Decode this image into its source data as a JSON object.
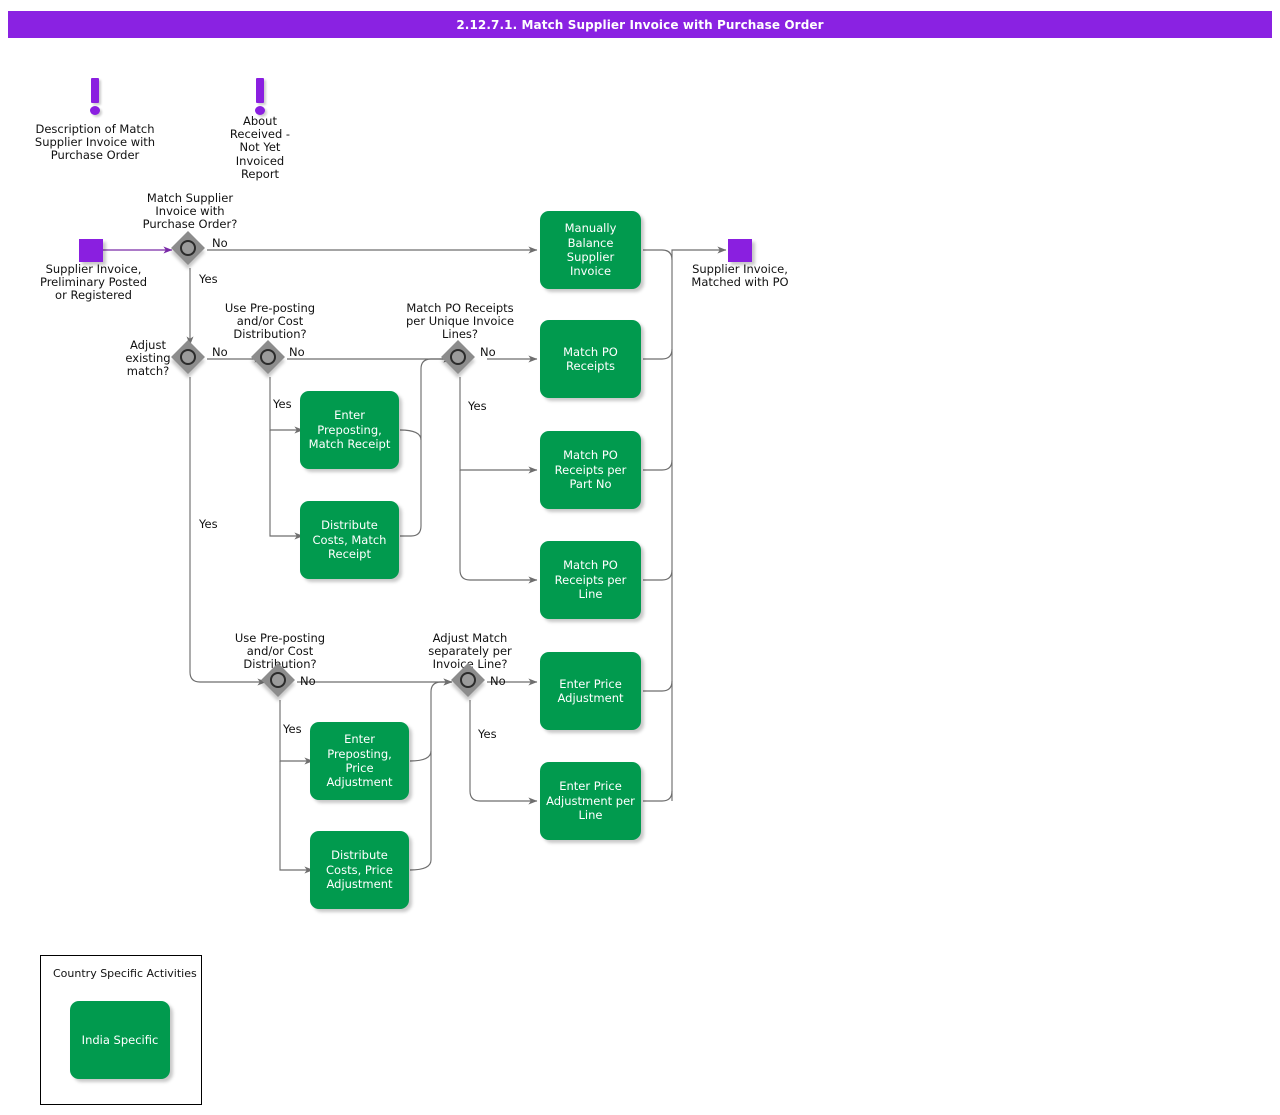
{
  "header": {
    "title": "2.12.7.1. Match Supplier Invoice with Purchase Order",
    "bg_color": "#8A22E2",
    "text_color": "#FFFFFF"
  },
  "colors": {
    "activity_green": "#019A4E",
    "terminator_purple": "#8A1FE0",
    "decision_gray": "#8C8C8C",
    "connector": "#6E6E6E",
    "text": "#111111"
  },
  "info_markers": [
    {
      "name": "description-note",
      "icon": "exclamation-icon",
      "label": "Description of Match\nSupplier Invoice with\nPurchase Order"
    },
    {
      "name": "received-not-invoiced-note",
      "icon": "exclamation-icon",
      "label": "About\nReceived -\nNot Yet\nInvoiced\nReport"
    }
  ],
  "terminators": [
    {
      "name": "start",
      "label": "Supplier Invoice,\nPreliminary Posted\nor Registered"
    },
    {
      "name": "end",
      "label": "Supplier Invoice,\nMatched with PO"
    }
  ],
  "decisions": [
    {
      "id": "d1",
      "name": "match-supplier-invoice-with-po",
      "label": "Match Supplier\nInvoice with\nPurchase Order?",
      "yes": "Yes",
      "no": "No"
    },
    {
      "id": "d2",
      "name": "adjust-existing-match",
      "label": "Adjust\nexisting\nmatch?",
      "yes": "Yes",
      "no": "No"
    },
    {
      "id": "d3",
      "name": "use-prepost-cost-distribution-match",
      "label": "Use Pre-posting\nand/or Cost\nDistribution?",
      "yes": "Yes",
      "no": "No"
    },
    {
      "id": "d4",
      "name": "match-po-receipts-per-unique-invoice-lines",
      "label": "Match PO Receipts\nper Unique Invoice\nLines?",
      "yes": "Yes",
      "no": "No"
    },
    {
      "id": "d5",
      "name": "use-prepost-cost-distribution-price",
      "label": "Use Pre-posting\nand/or Cost\nDistribution?",
      "yes": "Yes",
      "no": "No"
    },
    {
      "id": "d6",
      "name": "adjust-match-separately-per-invoice-line",
      "label": "Adjust Match\nseparately per\nInvoice Line?",
      "yes": "Yes",
      "no": "No"
    }
  ],
  "activities": [
    {
      "id": "a1",
      "name": "manually-balance-supplier-invoice",
      "label": "Manually\nBalance Supplier\nInvoice"
    },
    {
      "id": "a2",
      "name": "enter-preposting-match-receipt",
      "label": "Enter\nPreposting,\nMatch Receipt"
    },
    {
      "id": "a3",
      "name": "distribute-costs-match-receipt",
      "label": "Distribute Costs,\nMatch Receipt"
    },
    {
      "id": "a4",
      "name": "match-po-receipts",
      "label": "Match PO\nReceipts"
    },
    {
      "id": "a5",
      "name": "match-po-receipts-per-part-no",
      "label": "Match PO\nReceipts per\nPart No"
    },
    {
      "id": "a6",
      "name": "match-po-receipts-per-line",
      "label": "Match PO\nReceipts per\nLine"
    },
    {
      "id": "a7",
      "name": "enter-preposting-price-adjustment",
      "label": "Enter\nPreposting, Price\nAdjustment"
    },
    {
      "id": "a8",
      "name": "distribute-costs-price-adjustment",
      "label": "Distribute Costs,\nPrice\nAdjustment"
    },
    {
      "id": "a9",
      "name": "enter-price-adjustment",
      "label": "Enter Price\nAdjustment"
    },
    {
      "id": "a10",
      "name": "enter-price-adjustment-per-line",
      "label": "Enter Price\nAdjustment per\nLine"
    }
  ],
  "group": {
    "name": "country-specific-activities",
    "title": "Country Specific Activities",
    "activity": {
      "name": "india-specific",
      "label": "India Specific"
    }
  },
  "branch_labels": {
    "d1_no": "No",
    "d1_yes": "Yes",
    "d2_no": "No",
    "d2_yes": "Yes",
    "d3_no": "No",
    "d3_yes": "Yes",
    "d4_no": "No",
    "d4_yes": "Yes",
    "d5_no": "No",
    "d5_yes": "Yes",
    "d6_no": "No",
    "d6_yes": "Yes"
  }
}
